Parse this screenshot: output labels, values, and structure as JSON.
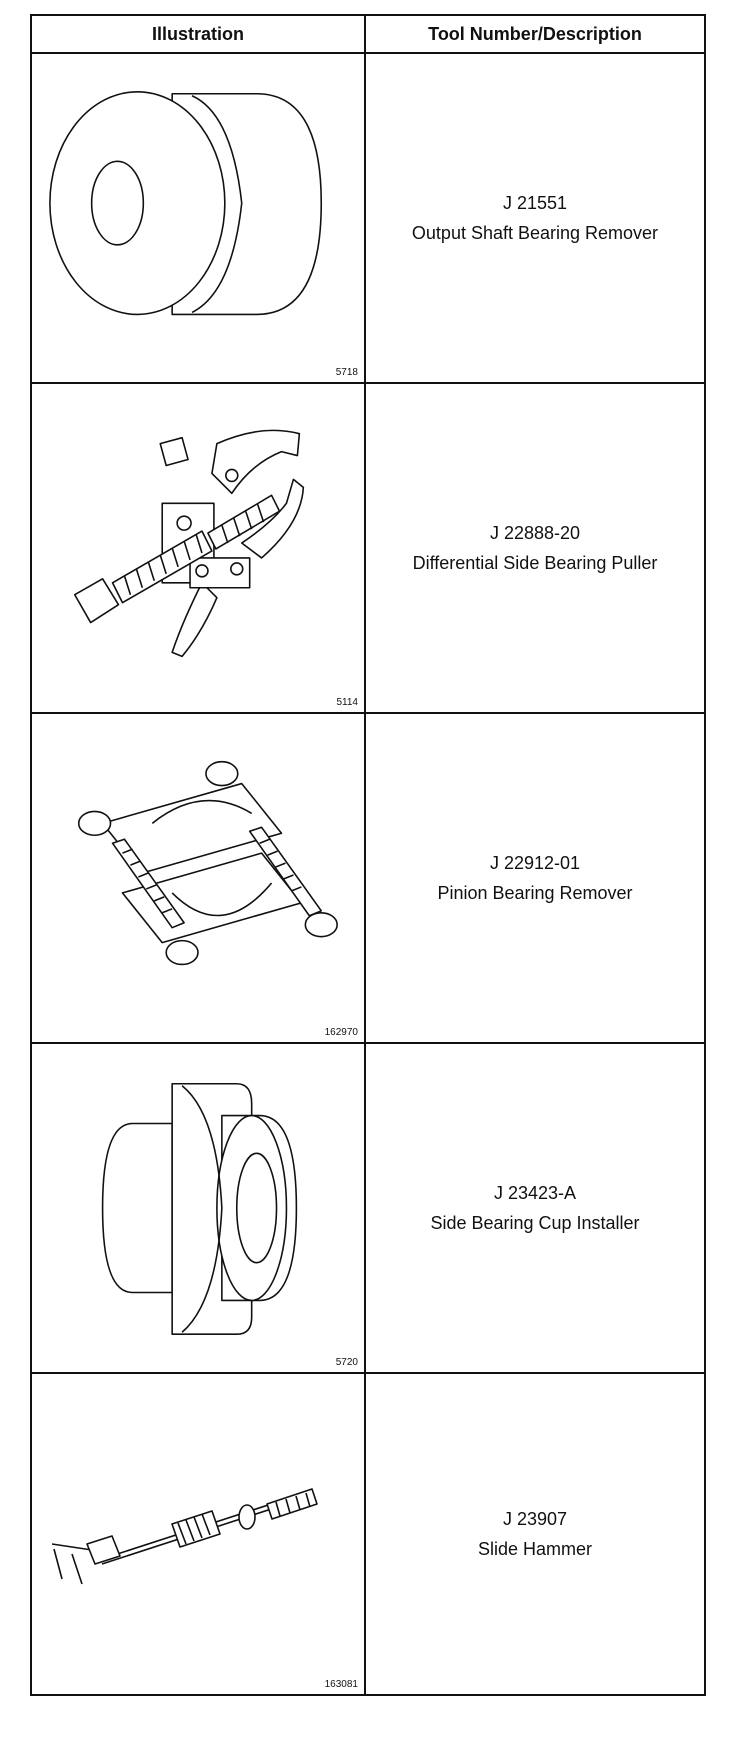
{
  "header": {
    "illustration": "Illustration",
    "tool": "Tool Number/Description"
  },
  "rows": [
    {
      "figure": "5718",
      "number": "J 21551",
      "description": "Output Shaft Bearing Remover",
      "icon": "cylinder-cup-icon"
    },
    {
      "figure": "5114",
      "number": "J 22888-20",
      "description": "Differential Side Bearing Puller",
      "icon": "bearing-puller-icon"
    },
    {
      "figure": "162970",
      "number": "J 22912-01",
      "description": "Pinion Bearing Remover",
      "icon": "split-clamp-icon"
    },
    {
      "figure": "5720",
      "number": "J 23423-A",
      "description": "Side Bearing Cup Installer",
      "icon": "stepped-cylinder-icon"
    },
    {
      "figure": "163081",
      "number": "J 23907",
      "description": "Slide Hammer",
      "icon": "slide-hammer-icon"
    }
  ]
}
